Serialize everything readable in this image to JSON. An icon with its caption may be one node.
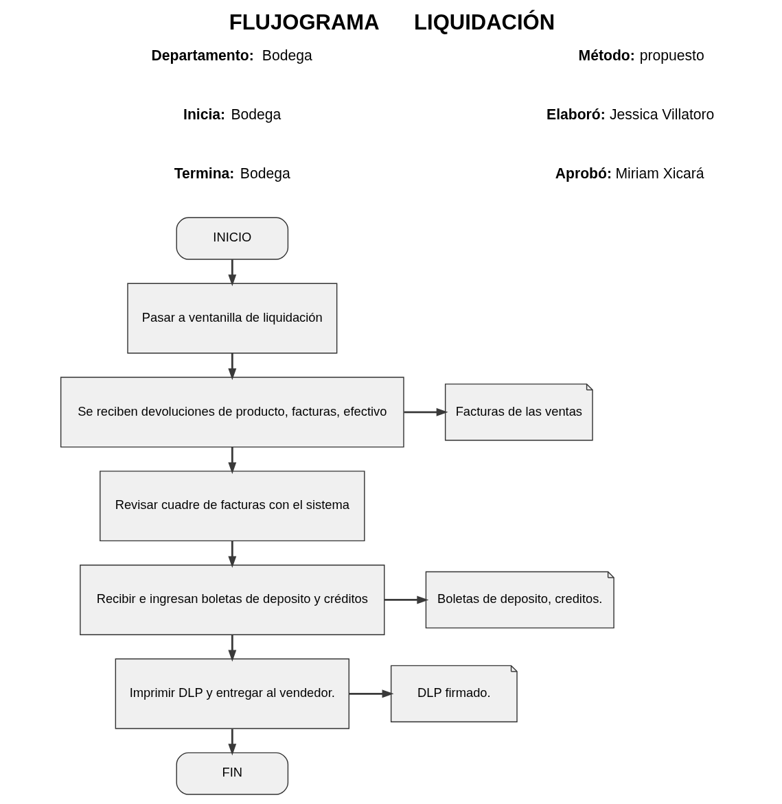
{
  "diagram": {
    "title": "FLUJOGRAMA      LIQUIDACIÓN",
    "nodes": [
      {
        "text": [
          "INICIO"
        ]
      },
      {
        "text": [
          "Pasar a ventanilla de liquidación"
        ]
      },
      {
        "text": [
          "Se reciben devoluciones de producto, facturas, efectivo"
        ]
      },
      {
        "text": [
          "Facturas de las ventas"
        ]
      },
      {
        "text": [
          "Revisar cuadre de facturas con el sistema"
        ]
      },
      {
        "text": [
          "Recibir e ingresan boletas de deposito y créditos"
        ]
      },
      {
        "text": [
          "Boletas de deposito, creditos."
        ]
      },
      {
        "text": [
          "Imprimir DLP y entregar al vendedor."
        ]
      },
      {
        "text": [
          "DLP firmado."
        ]
      },
      {
        "text": [
          "FIN"
        ]
      }
    ],
    "edges": [
      {
        "from": 0,
        "to": 1,
        "arrow": "to"
      },
      {
        "from": 1,
        "to": 2,
        "arrow": "to"
      },
      {
        "from": 2,
        "to": 3,
        "arrow": "to"
      },
      {
        "from": 2,
        "to": 4,
        "arrow": "to"
      },
      {
        "from": 4,
        "to": 5,
        "arrow": "to"
      },
      {
        "from": 5,
        "to": 6,
        "arrow": "to"
      },
      {
        "from": 5,
        "to": 7,
        "arrow": "to"
      },
      {
        "from": 7,
        "to": 8,
        "arrow": "to"
      },
      {
        "from": 7,
        "to": 9,
        "arrow": "to"
      }
    ],
    "labels": [
      "**Departamento:**  Bodega",
      "**Método:** propuesto",
      "**Inicia:** Bodega",
      "**Elaboró:** Jessica Villatoro",
      "**Termina:** Bodega",
      "**Aprobó:** Miriam Xicará"
    ]
  }
}
